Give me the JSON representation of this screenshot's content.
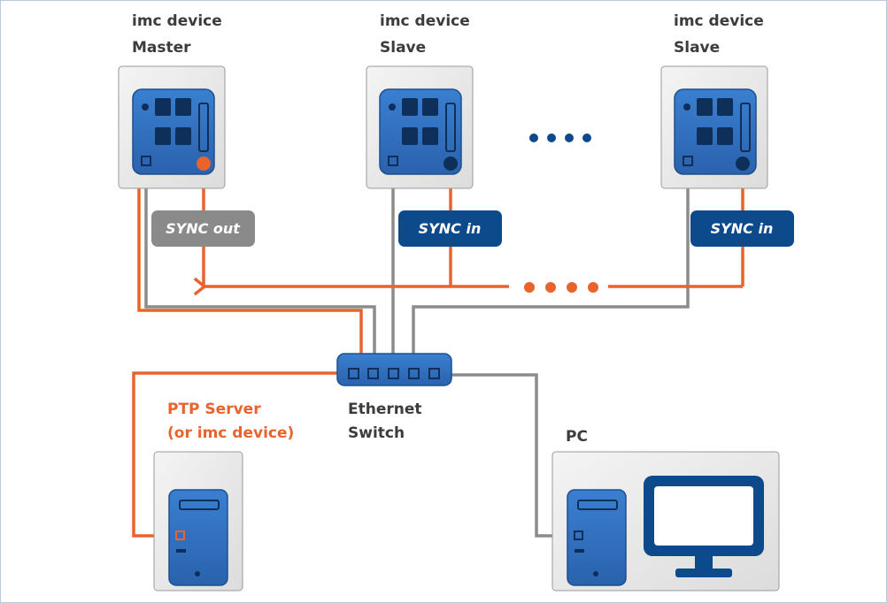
{
  "devices": {
    "master": {
      "line1": "imc device",
      "line2": "Master",
      "tag": "SYNC out"
    },
    "slave1": {
      "line1": "imc device",
      "line2": "Slave",
      "tag": "SYNC in"
    },
    "slave2": {
      "line1": "imc device",
      "line2": "Slave",
      "tag": "SYNC in"
    }
  },
  "switch": {
    "line1": "Ethernet",
    "line2": "Switch"
  },
  "ptp": {
    "line1": "PTP Server",
    "line2": "(or imc device)"
  },
  "pc": {
    "label": "PC"
  },
  "colors": {
    "sync_line": "#e8642c",
    "ethernet_line": "#8c8c8c",
    "device_blue": "#2f6fc0",
    "tag_gray": "#8a8a8a",
    "tag_navy": "#0d4a8c",
    "box_fill": "#e6e6e6"
  }
}
